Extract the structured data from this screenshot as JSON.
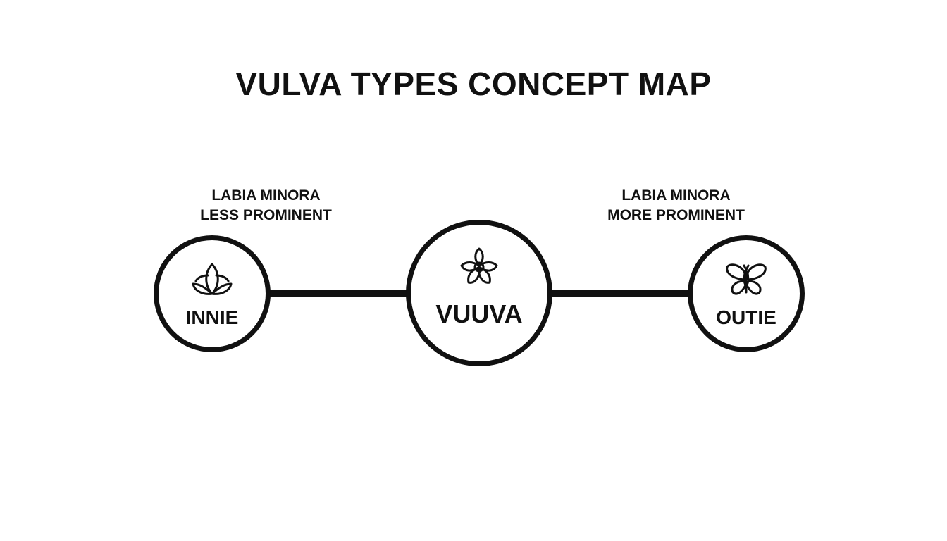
{
  "title": "VULVA TYPES CONCEPT MAP",
  "center_node": {
    "label": "VUUVA",
    "icon": "flower-icon"
  },
  "left_node": {
    "label": "INNIE",
    "icon": "lotus-icon",
    "caption_line1": "LABIA MINORA",
    "caption_line2": "LESS PROMINENT"
  },
  "right_node": {
    "label": "OUTIE",
    "icon": "butterfly-icon",
    "caption_line1": "LABIA MINORA",
    "caption_line2": "MORE PROMINENT"
  },
  "colors": {
    "ink": "#111111",
    "background": "#ffffff"
  }
}
